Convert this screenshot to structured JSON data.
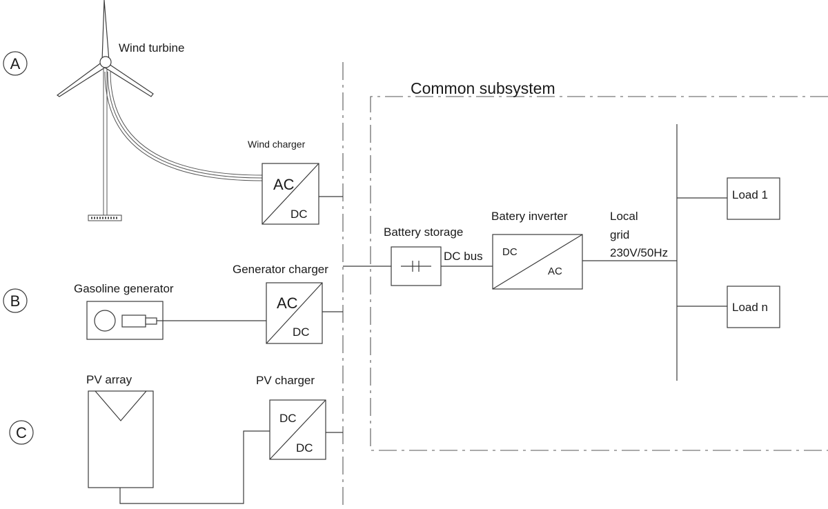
{
  "subsystems": {
    "a": {
      "letter": "A",
      "source_label": "Wind turbine",
      "charger_label": "Wind charger",
      "charger_in": "AC",
      "charger_out": "DC"
    },
    "b": {
      "letter": "B",
      "source_label": "Gasoline generator",
      "charger_label": "Generator charger",
      "charger_in": "AC",
      "charger_out": "DC"
    },
    "c": {
      "letter": "C",
      "source_label": "PV array",
      "charger_label": "PV charger",
      "charger_in": "DC",
      "charger_out": "DC"
    }
  },
  "common": {
    "title": "Common subsystem",
    "battery_label": "Battery storage",
    "dc_bus_label": "DC bus",
    "inverter_label": "Batery inverter",
    "inverter_in": "DC",
    "inverter_out": "AC",
    "grid_label_1": "Local",
    "grid_label_2": "grid",
    "grid_label_3": "230V/50Hz",
    "load_1": "Load 1",
    "load_n": "Load n"
  }
}
